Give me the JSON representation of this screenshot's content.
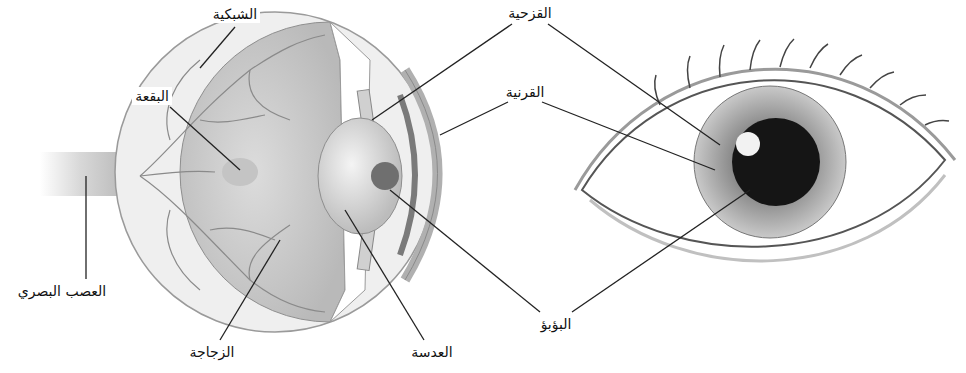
{
  "diagram": {
    "labels": [
      "الشبكية",
      "البقعة",
      "العصب البصري",
      "الزجاجة",
      "العدسة",
      "البؤبؤ",
      "القرنية",
      "القزحية"
    ]
  }
}
